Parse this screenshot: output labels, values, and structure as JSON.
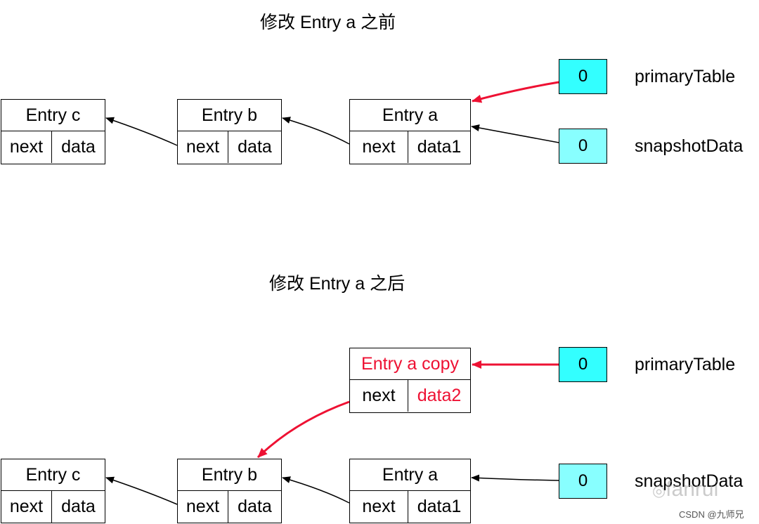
{
  "before": {
    "title": "修改 Entry a 之前",
    "entry_c": {
      "name": "Entry c",
      "next": "next",
      "data": "data"
    },
    "entry_b": {
      "name": "Entry b",
      "next": "next",
      "data": "data"
    },
    "entry_a": {
      "name": "Entry a",
      "next": "next",
      "data": "data1"
    },
    "primary": {
      "value": "0",
      "label": "primaryTable"
    },
    "snapshot": {
      "value": "0",
      "label": "snapshotData"
    }
  },
  "after": {
    "title": "修改 Entry a 之后",
    "entry_copy": {
      "name": "Entry a copy",
      "next": "next",
      "data": "data2"
    },
    "entry_c": {
      "name": "Entry c",
      "next": "next",
      "data": "data"
    },
    "entry_b": {
      "name": "Entry b",
      "next": "next",
      "data": "data"
    },
    "entry_a": {
      "name": "Entry a",
      "next": "next",
      "data": "data1"
    },
    "primary": {
      "value": "0",
      "label": "primaryTable"
    },
    "snapshot": {
      "value": "0",
      "label": "snapshotData"
    }
  },
  "colors": {
    "primary_fill": "#33ffff",
    "snapshot_fill": "#88ffff",
    "highlight": "#ee1133"
  },
  "watermark": {
    "logo_text": "fanrui",
    "credit": "CSDN @九师兄"
  }
}
